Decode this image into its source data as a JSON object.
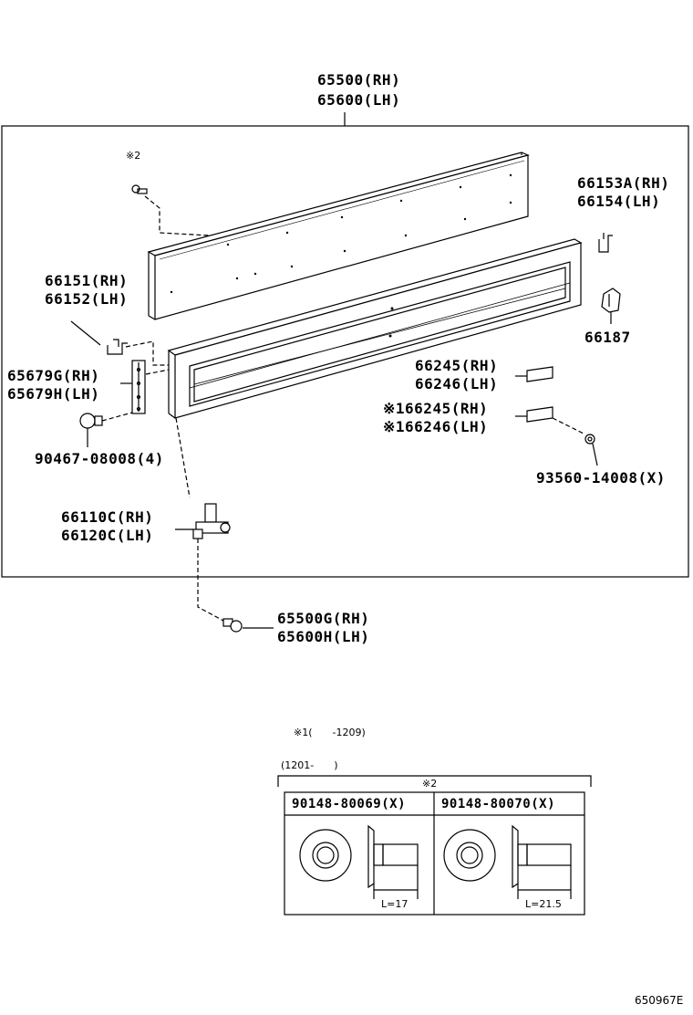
{
  "diagram": {
    "top_part": {
      "rh": "65500(RH)",
      "lh": "65600(LH)"
    },
    "bolt_mark": "※2",
    "clip_a": {
      "rh": "66153A(RH)",
      "lh": "66154(LH)"
    },
    "clip_b": {
      "rh": "66151(RH)",
      "lh": "66152(LH)"
    },
    "retainer": "66187",
    "bracket": {
      "rh": "65679G(RH)",
      "lh": "65679H(LH)"
    },
    "plate_a": {
      "rh": "66245(RH)",
      "lh": "66246(LH)"
    },
    "plate_b": {
      "rh": "※166245(RH)",
      "lh": "※166246(LH)"
    },
    "clip_c": "90467-08008(4)",
    "screw": "93560-14008(X)",
    "hinge": {
      "rh": "66110C(RH)",
      "lh": "66120C(LH)"
    },
    "bolt_bottom": {
      "rh": "65500G(RH)",
      "lh": "65600H(LH)"
    },
    "note1": "※1(　　-1209)",
    "note2": "(1201-　　)",
    "table_header": "※2",
    "table_cols": [
      "90148-80069(X)",
      "90148-80070(X)"
    ],
    "dims": [
      "L=17",
      "L=21.5"
    ],
    "figure_id": "650967E"
  }
}
